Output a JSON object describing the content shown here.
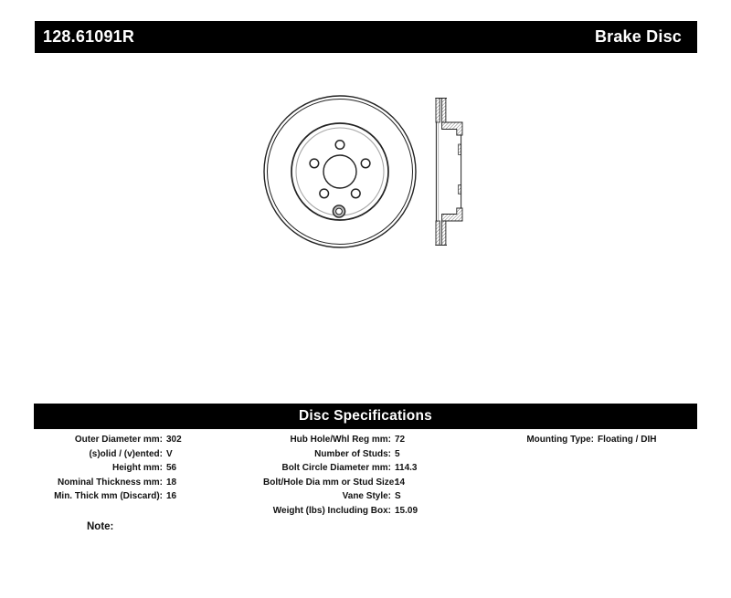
{
  "header": {
    "part_number": "128.61091R",
    "product_type": "Brake Disc"
  },
  "drawing": {
    "type": "technical-drawing",
    "front_view": {
      "stud_hole_count": 5,
      "has_hub_hole": true,
      "has_set_screw": true
    },
    "side_view": {
      "style": "vented-rotor-cross-section"
    }
  },
  "specifications": {
    "title": "Disc Specifications",
    "columns": [
      {
        "rows": [
          {
            "label": "Outer Diameter mm",
            "value": "302"
          },
          {
            "label": "(s)olid / (v)ented",
            "value": "V"
          },
          {
            "label": "Height mm",
            "value": "56"
          },
          {
            "label": "Nominal Thickness mm",
            "value": "18"
          },
          {
            "label": "Min. Thick mm (Discard)",
            "value": "16"
          }
        ]
      },
      {
        "rows": [
          {
            "label": "Hub Hole/Whl Reg mm",
            "value": "72"
          },
          {
            "label": "Number of Studs",
            "value": "5"
          },
          {
            "label": "Bolt Circle Diameter mm",
            "value": "114.3"
          },
          {
            "label": "Bolt/Hole Dia mm or Stud Size",
            "value": "14"
          },
          {
            "label": "Vane Style",
            "value": "S"
          },
          {
            "label": "Weight (lbs) Including Box",
            "value": "15.09"
          }
        ]
      },
      {
        "rows": [
          {
            "label": "Mounting Type",
            "value": "Floating / DIH"
          }
        ]
      }
    ]
  },
  "note": {
    "label": "Note:"
  },
  "colors": {
    "bar_background": "#000000",
    "bar_text": "#ffffff",
    "line": "#222222",
    "light_line": "#a8a8a8",
    "page_background": "#ffffff"
  }
}
